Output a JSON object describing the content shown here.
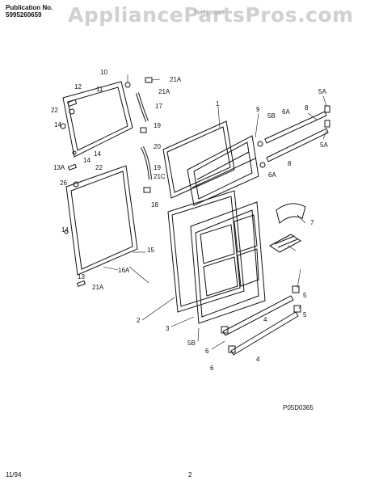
{
  "header": {
    "publication_label": "Publication No.",
    "publication_number": "5995260659",
    "model_code": "TMT15NWT"
  },
  "watermark": "AppliancePartsPros.com",
  "diagram_code": "P05D0365",
  "footer": {
    "date": "11/94",
    "page": "2"
  },
  "callouts": [
    "1",
    "2",
    "3",
    "4",
    "4",
    "5",
    "5",
    "5A",
    "5A",
    "5B",
    "5B",
    "6",
    "6",
    "6A",
    "6A",
    "7",
    "8",
    "8",
    "9",
    "10",
    "11",
    "12",
    "13",
    "13A",
    "14",
    "14",
    "14",
    "14",
    "15",
    "16A",
    "17",
    "18",
    "19",
    "19",
    "20",
    "21A",
    "21A",
    "21A",
    "21C",
    "22",
    "22",
    "26"
  ]
}
